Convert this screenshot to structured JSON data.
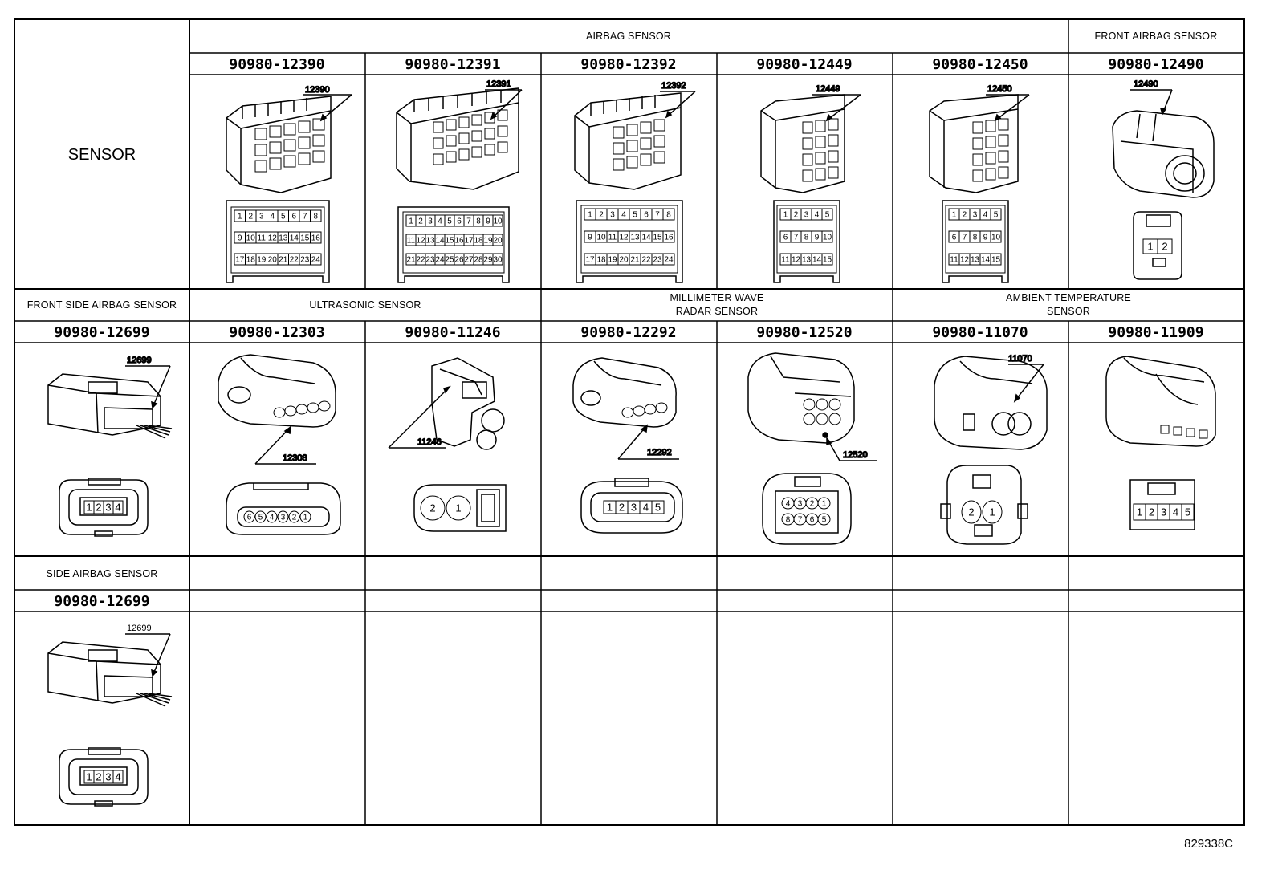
{
  "title": "SENSOR",
  "rows": [
    {
      "groups": [
        {
          "label": "AIRBAG SENSOR"
        },
        {
          "label": "FRONT AIRBAG SENSOR"
        }
      ],
      "parts": [
        {
          "part_no": "90980-12390",
          "callout": "12390",
          "pins": [
            "1",
            "2",
            "3",
            "4",
            "5",
            "6",
            "7",
            "8",
            "9",
            "10",
            "11",
            "12",
            "13",
            "14",
            "15",
            "16",
            "17",
            "18",
            "19",
            "20",
            "21",
            "22",
            "23",
            "24"
          ]
        },
        {
          "part_no": "90980-12391",
          "callout": "12391",
          "pins": [
            "1",
            "2",
            "3",
            "4",
            "5",
            "6",
            "7",
            "8",
            "9",
            "10",
            "11",
            "12",
            "13",
            "14",
            "15",
            "16",
            "17",
            "18",
            "19",
            "20",
            "21",
            "22",
            "23",
            "24",
            "25",
            "26",
            "27",
            "28",
            "29",
            "30"
          ]
        },
        {
          "part_no": "90980-12392",
          "callout": "12392",
          "pins": [
            "1",
            "2",
            "3",
            "4",
            "5",
            "6",
            "7",
            "8",
            "9",
            "10",
            "11",
            "12",
            "13",
            "14",
            "15",
            "16",
            "17",
            "18",
            "19",
            "20",
            "21",
            "22",
            "23",
            "24"
          ]
        },
        {
          "part_no": "90980-12449",
          "callout": "12449",
          "pins": [
            "1",
            "2",
            "3",
            "4",
            "5",
            "6",
            "7",
            "8",
            "9",
            "10",
            "11",
            "12",
            "13",
            "14",
            "15"
          ]
        },
        {
          "part_no": "90980-12450",
          "callout": "12450",
          "pins": [
            "1",
            "2",
            "3",
            "4",
            "5",
            "6",
            "7",
            "8",
            "9",
            "10",
            "11",
            "12",
            "13",
            "14",
            "15"
          ]
        },
        {
          "part_no": "90980-12490",
          "callout": "12490",
          "pins": [
            "1",
            "2"
          ]
        }
      ]
    },
    {
      "groups": [
        {
          "label": "FRONT SIDE AIRBAG SENSOR"
        },
        {
          "label": "ULTRASONIC SENSOR"
        },
        {
          "label": "MILLIMETER WAVE RADAR SENSOR",
          "lines": [
            "MILLIMETER WAVE",
            "RADAR SENSOR"
          ]
        },
        {
          "label": "AMBIENT TEMPERATURE SENSOR",
          "lines": [
            "AMBIENT TEMPERATURE",
            "SENSOR"
          ]
        }
      ],
      "parts": [
        {
          "part_no": "90980-12699",
          "callout": "12699",
          "pins": [
            "1",
            "2",
            "3",
            "4"
          ]
        },
        {
          "part_no": "90980-12303",
          "callout": "12303",
          "pins": [
            "6",
            "5",
            "4",
            "3",
            "2",
            "1"
          ]
        },
        {
          "part_no": "90980-11246",
          "callout": "11246",
          "pins": [
            "2",
            "1"
          ]
        },
        {
          "part_no": "90980-12292",
          "callout": "12292",
          "pins": [
            "1",
            "2",
            "3",
            "4",
            "5"
          ]
        },
        {
          "part_no": "90980-12520",
          "callout": "12520",
          "pins": [
            "4",
            "3",
            "2",
            "1",
            "8",
            "7",
            "6",
            "5"
          ]
        },
        {
          "part_no": "90980-11070",
          "callout": "11070",
          "pins": [
            "2",
            "1"
          ]
        },
        {
          "part_no": "90980-11909",
          "callout": "",
          "pins": [
            "1",
            "2",
            "3",
            "4",
            "5"
          ]
        }
      ]
    },
    {
      "groups": [
        {
          "label": "SIDE AIRBAG SENSOR"
        }
      ],
      "parts": [
        {
          "part_no": "90980-12699",
          "callout": "12699",
          "pins": [
            "1",
            "2",
            "3",
            "4"
          ]
        }
      ]
    }
  ],
  "figure_code": "829338C"
}
